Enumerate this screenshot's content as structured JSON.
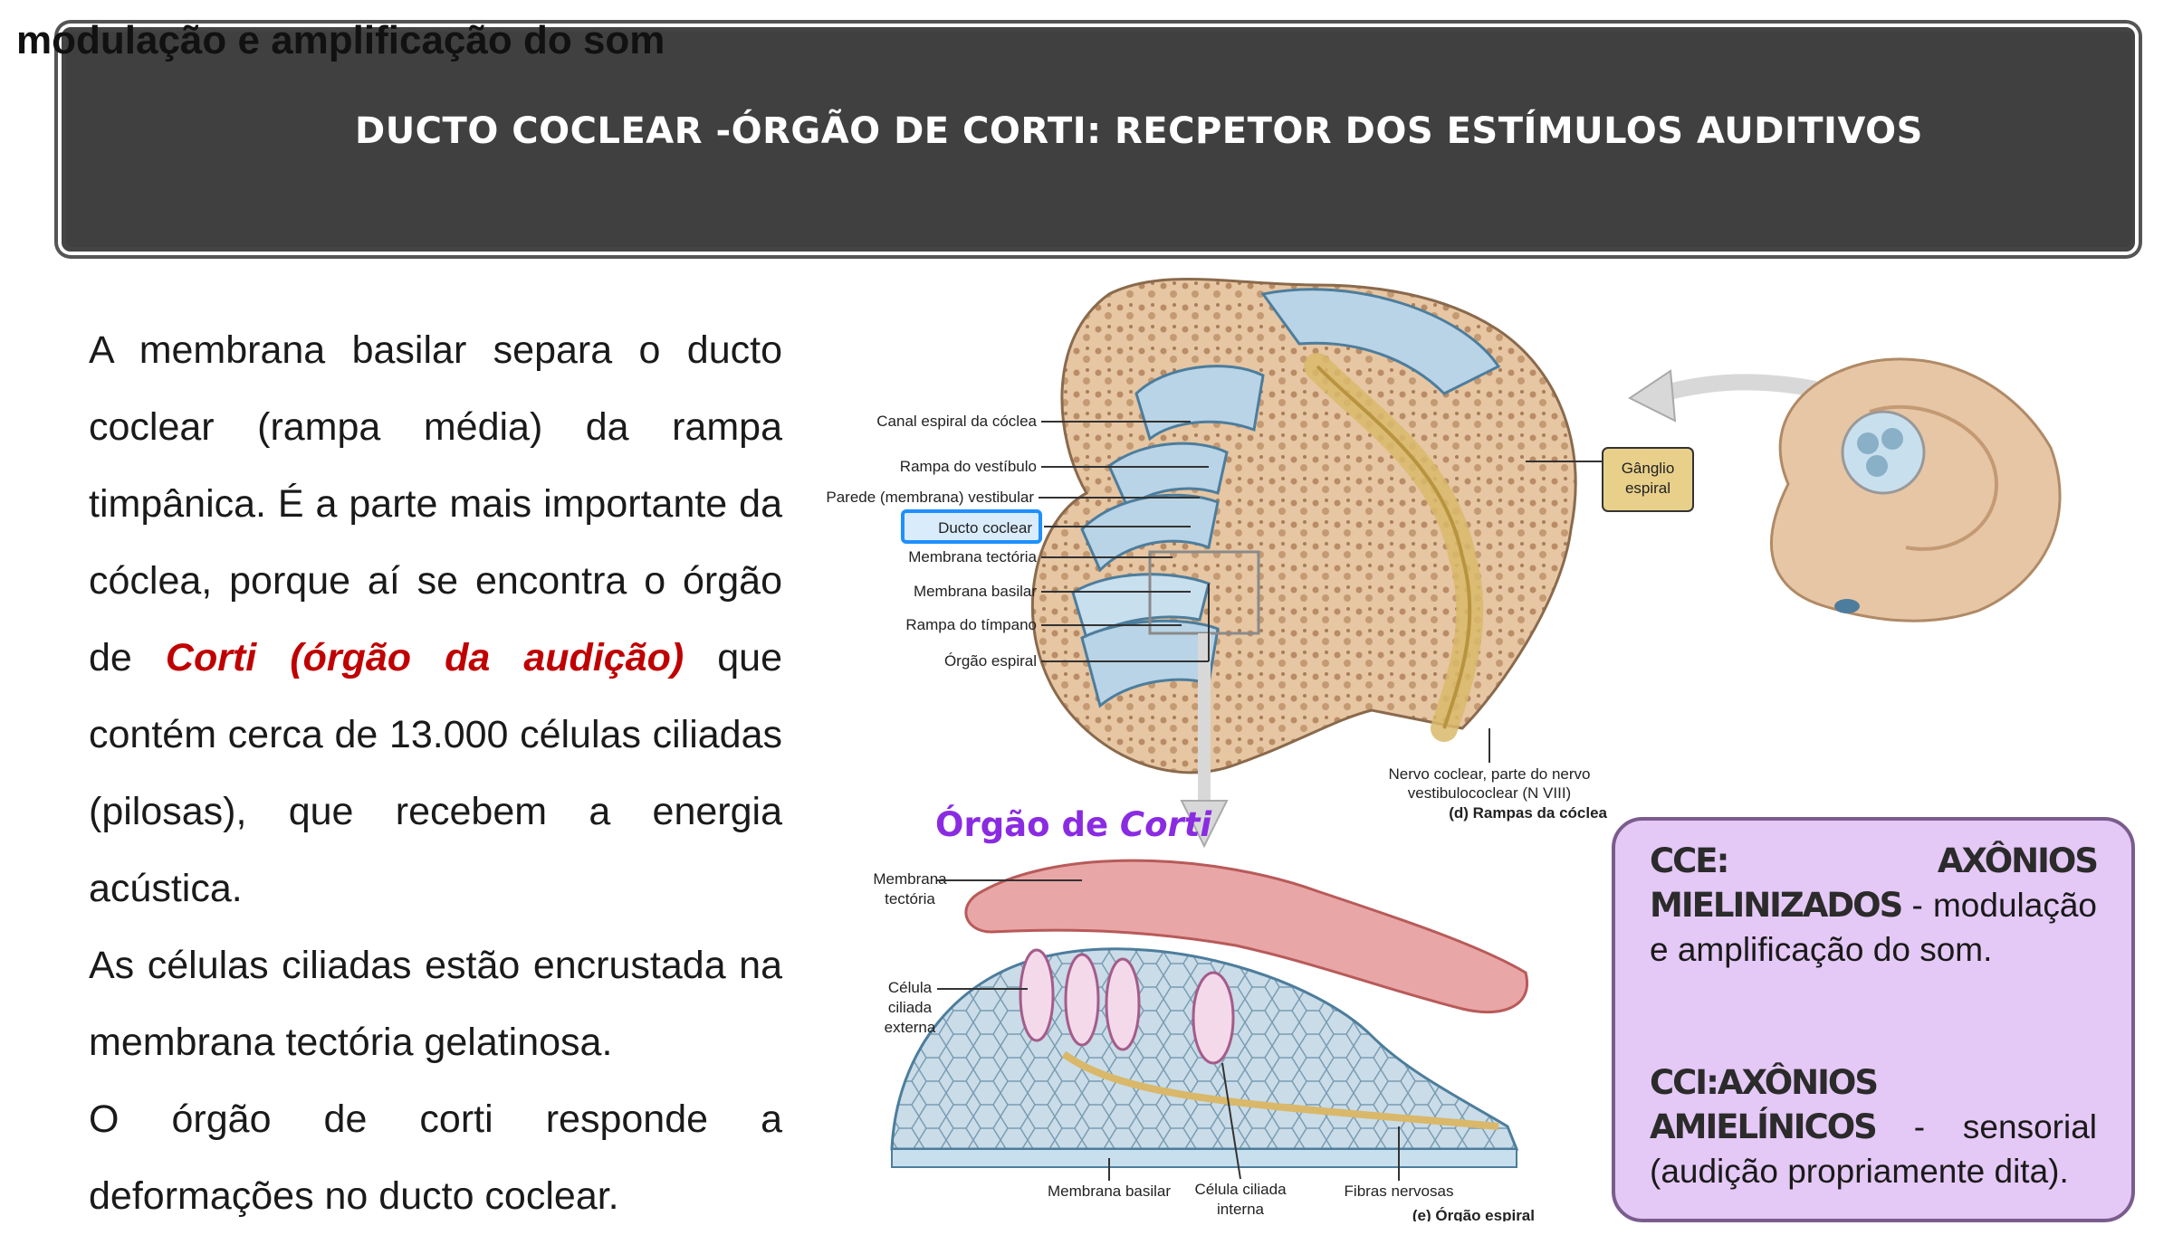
{
  "overlay_text": "modulação e amplificação do som",
  "title": "DUCTO COCLEAR -ÓRGÃO DE CORTI: RECPETOR DOS ESTÍMULOS AUDITIVOS",
  "body": {
    "p1_a": "A membrana basilar separa o ducto coclear (rampa média) da rampa timpânica. É a parte mais importante da cóclea, porque aí se encontra o órgão de ",
    "p1_highlight": "Corti (órgão da audição)",
    "p1_b": " que contém cerca de 13.000 células ciliadas (pilosas), que recebem a energia acústica.",
    "p2": "As células ciliadas estão encrustada na membrana tectória gelatinosa.",
    "p3": "O órgão de corti responde a deformações no ducto coclear."
  },
  "figure": {
    "caption_a": "Órgão de ",
    "caption_b": "Corti",
    "cochlea_labels": {
      "canal": "Canal espiral da cóclea",
      "rampa_vest": "Rampa do vestíbulo",
      "parede": "Parede (membrana) vestibular",
      "ducto": "Ducto coclear",
      "tectoria": "Membrana tectória",
      "basilar": "Membrana basilar",
      "timpano": "Rampa do tímpano",
      "espiral": "Órgão espiral",
      "ganglio_1": "Gânglio",
      "ganglio_2": "espiral",
      "nervo_1": "Nervo coclear, parte do nervo",
      "nervo_2": "vestibulococlear (N VIII)",
      "panel_d": "(d) Rampas da cóclea"
    },
    "organ_labels": {
      "tect_1": "Membrana",
      "tect_2": "tectória",
      "cel_1": "Célula",
      "cel_2": "ciliada",
      "cel_3": "externa",
      "basilar": "Membrana basilar",
      "interna_1": "Célula ciliada",
      "interna_2": "interna",
      "fibras": "Fibras nervosas",
      "panel_e": "(e) Órgão espiral"
    }
  },
  "info_box": {
    "h1": "CCE: AXÔNIOS MIELINIZADOS",
    "t1": " - modulação e amplificação do som.",
    "h2": "CCI:AXÔNIOS AMIELÍNICOS",
    "t2": " - sensorial (audição propriamente dita)."
  },
  "colors": {
    "title_bg": "#404040",
    "highlight": "#c00000",
    "caption": "#8a2be2",
    "info_bg": "#e4c8f5"
  }
}
